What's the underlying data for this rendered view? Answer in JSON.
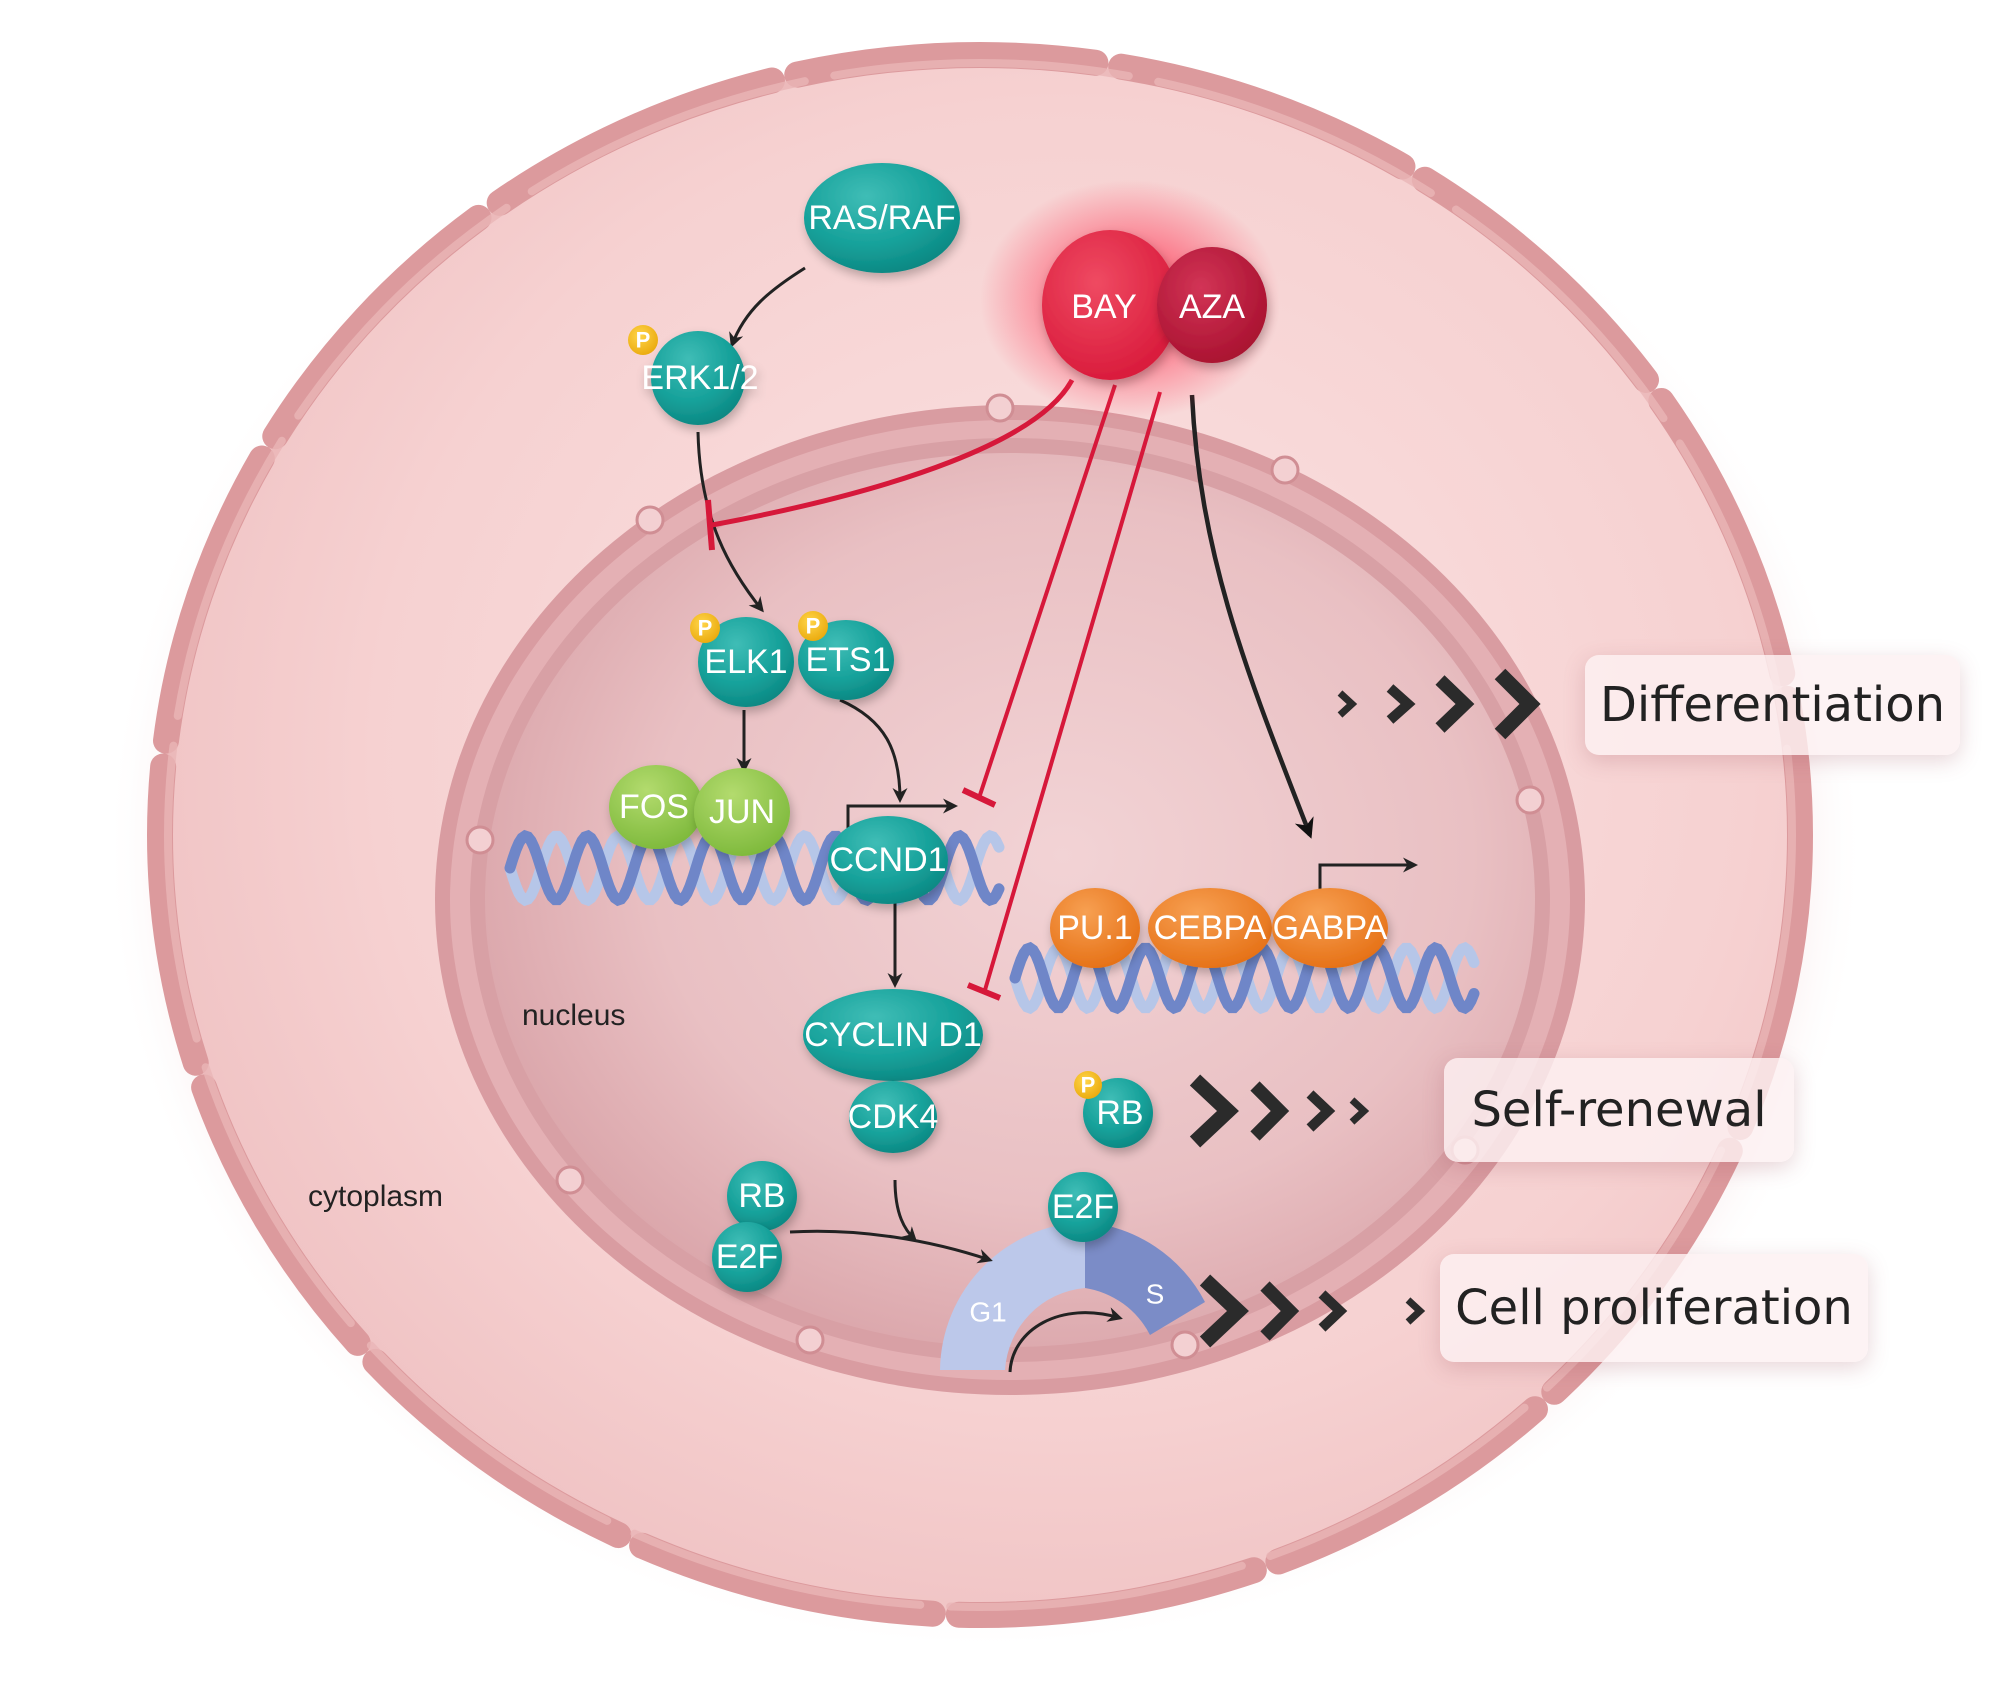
{
  "figure": {
    "regions": {
      "cytoplasm": "cytoplasm",
      "nucleus": "nucleus"
    },
    "drugs": {
      "bay": "BAY",
      "aza": "AZA"
    },
    "phospho_mark": "P",
    "proteins": {
      "ras_raf": "RAS/RAF",
      "erk": "ERK1/2",
      "elk1": "ELK1",
      "ets1": "ETS1",
      "fos": "FOS",
      "jun": "JUN",
      "ccnd1": "CCND1",
      "cyclin_d1": "CYCLIN D1",
      "cdk4": "CDK4",
      "rb_complex": "RB",
      "e2f_complex": "E2F",
      "rb_phospho": "RB",
      "e2f_free": "E2F",
      "pu1": "PU.1",
      "cebpa": "CEBPA",
      "gabpa": "GABPA"
    },
    "cell_cycle": {
      "g1": "G1",
      "s": "S"
    },
    "outcomes": {
      "differentiation": "Differentiation",
      "self_renewal": "Self-renewal",
      "proliferation": "Cell proliferation"
    },
    "colors": {
      "protein_teal": "#139e98",
      "ap1_green": "#8cc540",
      "myeloid_orange": "#ee7a1e",
      "bay_red": "#e0203c",
      "aza_crimson": "#b8173a",
      "phospho_yellow": "#f4b914",
      "inhibition_red": "#d6183a",
      "arrow_black": "#222222",
      "dna_dark": "#6f86c8",
      "dna_light": "#b6c6e8",
      "cytoplasm_pink": "#f5d2d2",
      "membrane_pink": "#dc9a9d",
      "nucleus_pink": "#e3b3b7"
    }
  }
}
